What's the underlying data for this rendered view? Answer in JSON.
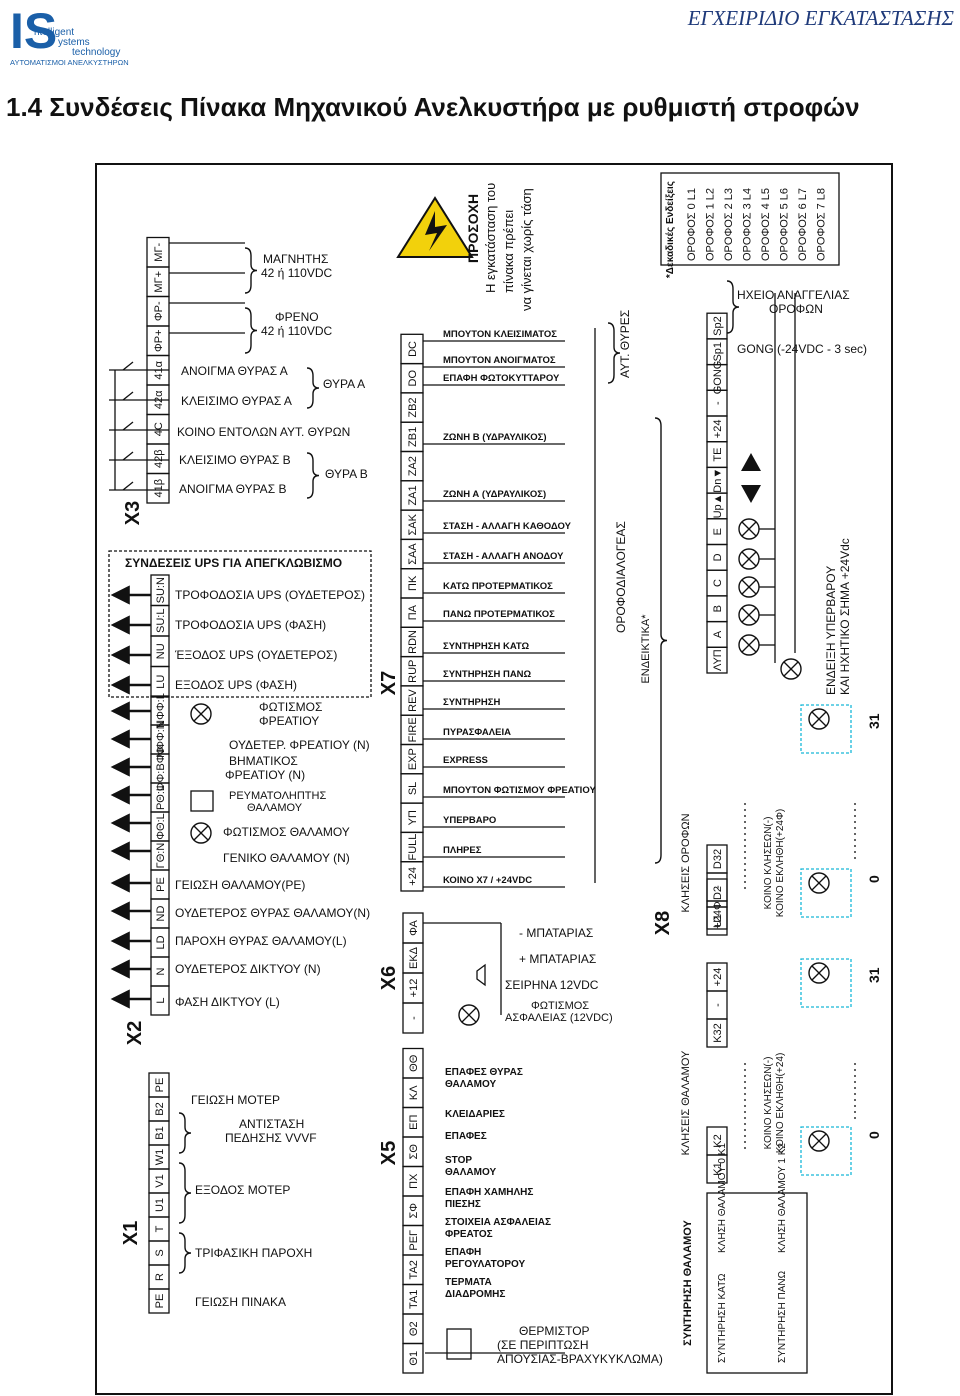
{
  "header": {
    "title": "ΕΓΧΕΙΡΙΔΙΟ ΕΓΚΑΤΑΣΤΑΣΗΣ",
    "logo": {
      "mark": "IS",
      "line1": "ntelligent",
      "line2": "ystems",
      "line3": "technology",
      "tagline": "ΑΥΤΟΜΑΤΙΣΜΟΙ ΑΝΕΛΚΥΣΤΗΡΩΝ"
    }
  },
  "section_title": "1.4 Συνδέσεις Πίνακα Μηχανικού Ανελκυστήρα με ρυθμιστή στροφών",
  "colors": {
    "logo_blue": "#1a5fa8",
    "header_blue": "#1f3a7a",
    "warning_yellow": "#f2d10c",
    "dashed_cyan": "#18b8d8"
  },
  "connectors": {
    "x3": {
      "label": "X3",
      "terminals": [
        "41β",
        "42β",
        "4C",
        "42α",
        "41α",
        "ΦΡ+",
        "ΦΡ-",
        "ΜΓ+",
        "ΜΓ-"
      ],
      "texts": [
        "ΜΑΓΝΗΤΗΣ",
        "42 ή 110VDC",
        "ΦΡΕΝΟ",
        "42 ή 110VDC",
        "ΑΝΟΙΓΜΑ ΘΥΡΑΣ Α",
        "ΚΛΕΙΣΙΜΟ ΘΥΡΑΣ Α",
        "ΘΥΡΑ Α",
        "ΚΟΙΝΟ ΕΝΤΟΛΩΝ ΑΥΤ. ΘΥΡΩΝ",
        "ΚΛΕΙΣΙΜΟ ΘΥΡΑΣ Β",
        "ΑΝΟΙΓΜΑ ΘΥΡΑΣ Β",
        "ΘΥΡΑ Β"
      ]
    },
    "ups": {
      "title": "ΣΥΝΔΕΣΕΙΣ UPS ΓΙΑ ΑΠΕΓΚΛΩΒΙΣΜΟ",
      "terminals": [
        "SU:N",
        "SU:L",
        "NU",
        "LU"
      ],
      "texts": [
        "ΤΡΟΦΟΔΟΣΙΑ UPS (ΟΥΔΕΤΕΡΟΣ)",
        "ΤΡΟΦΟΔΟΣΙΑ UPS (ΦΑΣΗ)",
        "ΈΞΟΔΟΣ UPS (ΟΥΔΕΤΕΡΟΣ)",
        "ΕΞΟΔΟΣ UPS (ΦΑΣΗ)"
      ]
    },
    "x2": {
      "label": "X2",
      "terminals": [
        "ΝΦΦ:L",
        "ΝΦΦ:N",
        "ΦΦ:ΒΦΦ",
        "ΡΘ:L",
        "ΦΘ:L",
        "ΓΘ:N",
        "PE",
        "ND",
        "LD",
        "N",
        "L"
      ],
      "texts": [
        "ΦΩΤΙΣΜΟΣ",
        "ΦΡΕΑΤΙΟΥ",
        "ΟΥΔΕΤΕΡ. ΦΡΕΑΤΙΟΥ (N)",
        "ΒΗΜΑΤΙΚΟΣ",
        "ΦΡΕΑΤΙΟΥ (N)",
        "ΡΕΥΜΑΤΟΛΗΠΤΗΣ",
        "ΘΑΛΑΜΟΥ",
        "ΦΩΤΙΣΜΟΣ ΘΑΛΑΜΟΥ",
        "ΓΕΝΙΚΟ ΘΑΛΑΜΟΥ (N)",
        "ΓΕΙΩΣΗ ΘΑΛΑΜΟΥ(PE)",
        "ΟΥΔΕΤΕΡΟΣ ΘΥΡΑΣ ΘΑΛΑΜΟΥ(N)",
        "ΠΑΡΟΧΗ ΘΥΡΑΣ ΘΑΛΑΜΟΥ(L)",
        "ΟΥΔΕΤΕΡΟΣ ΔΙΚΤΥΟΥ (N)",
        "ΦΑΣΗ ΔΙΚΤΥΟΥ (L)"
      ]
    },
    "x1": {
      "label": "X1",
      "terminals": [
        "PE",
        "R",
        "S",
        "T",
        "U1",
        "V1",
        "W1",
        "B1",
        "B2",
        "PE"
      ],
      "texts": [
        "ΓΕΙΩΣΗ ΜΟΤΕΡ",
        "ΑΝΤΙΣΤΑΣΗ",
        "ΠΕΔΗΣΗΣ VVVF",
        "ΕΞΟΔΟΣ ΜΟΤΕΡ",
        "ΤΡΙΦΑΣΙΚΗ ΠΑΡΟΧΗ",
        "ΓΕΙΩΣΗ ΠΙΝΑΚΑ"
      ]
    },
    "warning": {
      "title": "ΠΡΟΣΟΧΗ",
      "line1": "Η εγκατάσταση του",
      "line2": "πίνακα πρέπει",
      "line3": "να γίνεται χωρίς τάση"
    },
    "x7": {
      "label": "X7",
      "terminals": [
        "DC",
        "DO",
        "ZB2",
        "ZB1",
        "ZA2",
        "ZA1",
        "ΣΑΚ",
        "ΣΑΑ",
        "ΠΚ",
        "ΠΑ",
        "RDN",
        "RUP",
        "REV",
        "FIRE",
        "EXP",
        "SL",
        "ΥΠ",
        "FULL",
        "+24"
      ],
      "texts": [
        "ΜΠΟΥΤΟΝ ΚΛΕΙΣΙΜΑΤΟΣ",
        "ΜΠΟΥΤΟΝ ΑΝΟΙΓΜΑΤΟΣ",
        "ΕΠΑΦΗ ΦΩΤΟΚΥΤΤΑΡΟΥ",
        "ΖΩΝΗ Β (ΥΔΡΑΥΛΙΚΟΣ)",
        "ΖΩΝΗ Α (ΥΔΡΑΥΛΙΚΟΣ)",
        "ΣΤΑΣΗ - ΑΛΛΑΓΗ ΚΑΘΟΔΟΥ",
        "ΣΤΑΣΗ - ΑΛΛΑΓΗ ΑΝΟΔΟΥ",
        "ΚΑΤΩ ΠΡΟΤΕΡΜΑΤΙΚΟΣ",
        "ΠΑΝΩ ΠΡΟΤΕΡΜΑΤΙΚΟΣ",
        "ΣΥΝΤΗΡΗΣΗ ΚΑΤΩ",
        "ΣΥΝΤΗΡΗΣΗ ΠΑΝΩ",
        "ΣΥΝΤΗΡΗΣΗ",
        "ΠΥΡΑΣΦΑΛΕΙΑ",
        "EXPRESS",
        "ΜΠΟΥΤΟΝ ΦΩΤΙΣΜΟΥ ΦΡΕΑΤΙΟΥ",
        "ΥΠΕΡΒΑΡΟ",
        "ΠΛΗΡΕΣ",
        "ΚΟΙΝΟ X7 / +24VDC",
        "ΑΥΤ. ΘΥΡΕΣ",
        "ΟΡΟΦΟΔΙΑΛΟΓΕΑΣ"
      ]
    },
    "x6": {
      "label": "X6",
      "terminals": [
        "ΦΑ",
        "ΕΚΔ",
        "+12",
        "-"
      ],
      "texts": [
        "- ΜΠΑΤΑΡΙΑΣ",
        "+ ΜΠΑΤΑΡΙΑΣ",
        "ΣΕΙΡΗΝΑ 12VDC",
        "ΦΩΤΙΣΜΟΣ",
        "ΑΣΦΑΛΕΙΑΣ (12VDC)"
      ]
    },
    "x5": {
      "label": "X5",
      "terminals": [
        "Θ1",
        "Θ2",
        "ΤΑ1",
        "ΤΑ2",
        "ΡΕΓ",
        "ΣΦ",
        "ΠΧ",
        "ΣΘ",
        "ΕΠ",
        "ΚΛ",
        "ΘΘ"
      ],
      "texts": [
        "ΕΠΑΦΕΣ ΘΥΡΑΣ",
        "ΘΑΛΑΜΟΥ",
        "ΚΛΕΙΔΑΡΙΕΣ",
        "ΕΠΑΦΕΣ",
        "STOP",
        "ΘΑΛΑΜΟΥ",
        "ΕΠΑΦΗ ΧΑΜΗΛΗΣ",
        "ΠΙΕΣΗΣ",
        "ΣΤΟΙΧΕΙΑ ΑΣΦΑΛΕΙΑΣ",
        "ΦΡΕΑΤΟΣ",
        "ΕΠΑΦΗ",
        "ΡΕΓΟΥΛΑΤΟΡΟΥ",
        "ΤΕΡΜΑΤΑ",
        "ΔΙΑΔΡΟΜΗΣ",
        "ΘΕΡΜΙΣΤΟΡ",
        "(ΣΕ ΠΕΡΙΠΤΩΣΗ",
        "ΑΠΟΥΣΙΑΣ-ΒΡΑΧΥΚΥΚΛΩΜΑ)"
      ]
    },
    "floor_indication": {
      "header": "*Δεκαδικές Ενδείξεις",
      "floors": [
        "ΟΡΟΦΟΣ 0  L1",
        "ΟΡΟΦΟΣ 1  L2",
        "ΟΡΟΦΟΣ 2  L3",
        "ΟΡΟΦΟΣ 3  L4",
        "ΟΡΟΦΟΣ 4  L5",
        "ΟΡΟΦΟΣ 5  L6",
        "ΟΡΟΦΟΣ 6  L7",
        "ΟΡΟΦΟΣ 7  L8"
      ]
    },
    "x8": {
      "label": "X8",
      "top_terminals": [
        "Sp2",
        "Sp1",
        "GONG",
        "-",
        "+24",
        "TE",
        "Dn▼",
        "Up▲",
        "E",
        "D",
        "C",
        "B",
        "A",
        "ΛΥΠ"
      ],
      "texts": [
        "ΗΧΕΙΟ ΑΝΑΓΓΕΛΙΑΣ",
        "ΟΡΟΦΩΝ",
        "GONG (-24VDC - 3 sec)",
        "ΕΝΔΕΙΚΤΙΚΑ*",
        "ΕΝΔΕΙΞΗ ΥΠΕΡΒΑΡΟΥ",
        "ΚΑΙ ΗΧΗΤΙΚΟ ΣΗΜΑ +24Vdc"
      ],
      "calls_floor": {
        "terminals": [
          "+24Φ",
          "-",
          "D32",
          "D2",
          "U1"
        ],
        "caption": "ΚΛΗΣΕΙΣ ΟΡΟΦΩΝ",
        "common1": "ΚΟΙΝΟ ΚΛΗΣΕΩΝ(-)",
        "common2": "ΚΟΙΝΟ ΕΚΛΗΘΗ(+24Φ)",
        "num_31": "31",
        "num_0": "0"
      },
      "calls_car": {
        "terminals": [
          "+24",
          "-",
          "K32",
          "K2",
          "K1"
        ],
        "caption": "ΚΛΗΣΕΙΣ ΘΑΛΑΜΟΥ",
        "common1": "ΚΟΙΝΟ ΚΛΗΣΕΩΝ(-)",
        "common2": "ΚΟΙΝΟ ΕΚΛΗΘΗ(+24)",
        "num_31": "31",
        "num_0": "0"
      },
      "maintenance": {
        "title": "ΣΥΝΤΗΡΗΣΗ ΘΑΛΑΜΟΥ",
        "down": "ΣΥΝΤΗΡΗΣΗ ΚΑΤΩ",
        "up": "ΣΥΝΤΗΡΗΣΗ ΠΑΝΩ",
        "call0": "ΚΛΗΣΗ ΘΑΛΑΜΟΥ 0 K1",
        "call1": "ΚΛΗΣΗ ΘΑΛΑΜΟΥ 1 K2"
      }
    }
  }
}
